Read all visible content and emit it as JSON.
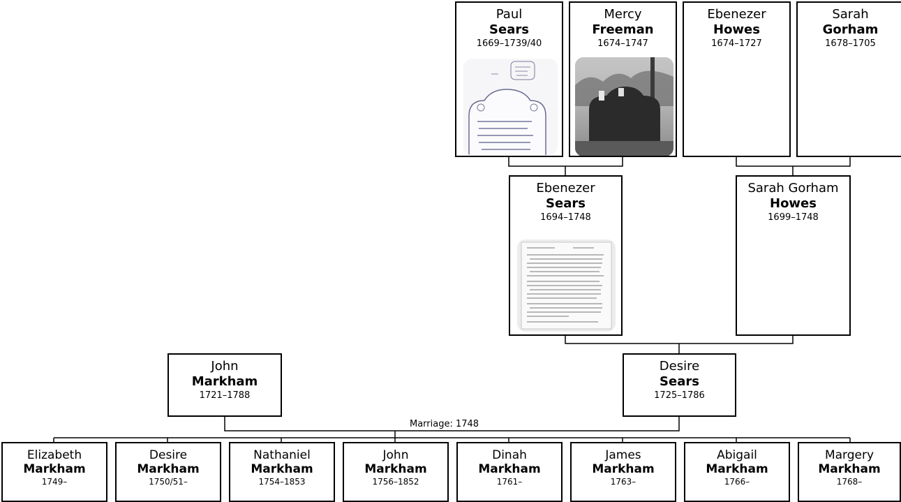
{
  "people": {
    "paul_sears": {
      "given": "Paul",
      "surname": "Sears",
      "dates": "1669–1739/40"
    },
    "mercy_freeman": {
      "given": "Mercy",
      "surname": "Freeman",
      "dates": "1674–1747"
    },
    "ebenezer_howes": {
      "given": "Ebenezer",
      "surname": "Howes",
      "dates": "1674–1727"
    },
    "sarah_gorham": {
      "given": "Sarah",
      "surname": "Gorham",
      "dates": "1678–1705"
    },
    "ebenezer_sears": {
      "given": "Ebenezer",
      "surname": "Sears",
      "dates": "1694–1748"
    },
    "sarah_gorham_howes": {
      "given": "Sarah Gorham",
      "surname": "Howes",
      "dates": "1699–1748"
    },
    "john_markham": {
      "given": "John",
      "surname": "Markham",
      "dates": "1721–1788"
    },
    "desire_sears": {
      "given": "Desire",
      "surname": "Sears",
      "dates": "1725–1786"
    }
  },
  "marriage": {
    "label": "Marriage: 1748"
  },
  "children": [
    {
      "given": "Elizabeth",
      "surname": "Markham",
      "dates": "1749–"
    },
    {
      "given": "Desire",
      "surname": "Markham",
      "dates": "1750/51–"
    },
    {
      "given": "Nathaniel",
      "surname": "Markham",
      "dates": "1754–1853"
    },
    {
      "given": "John",
      "surname": "Markham",
      "dates": "1756–1852"
    },
    {
      "given": "Dinah",
      "surname": "Markham",
      "dates": "1761–"
    },
    {
      "given": "James",
      "surname": "Markham",
      "dates": "1763–"
    },
    {
      "given": "Abigail",
      "surname": "Markham",
      "dates": "1766–"
    },
    {
      "given": "Margery",
      "surname": "Markham",
      "dates": "1768–"
    }
  ]
}
